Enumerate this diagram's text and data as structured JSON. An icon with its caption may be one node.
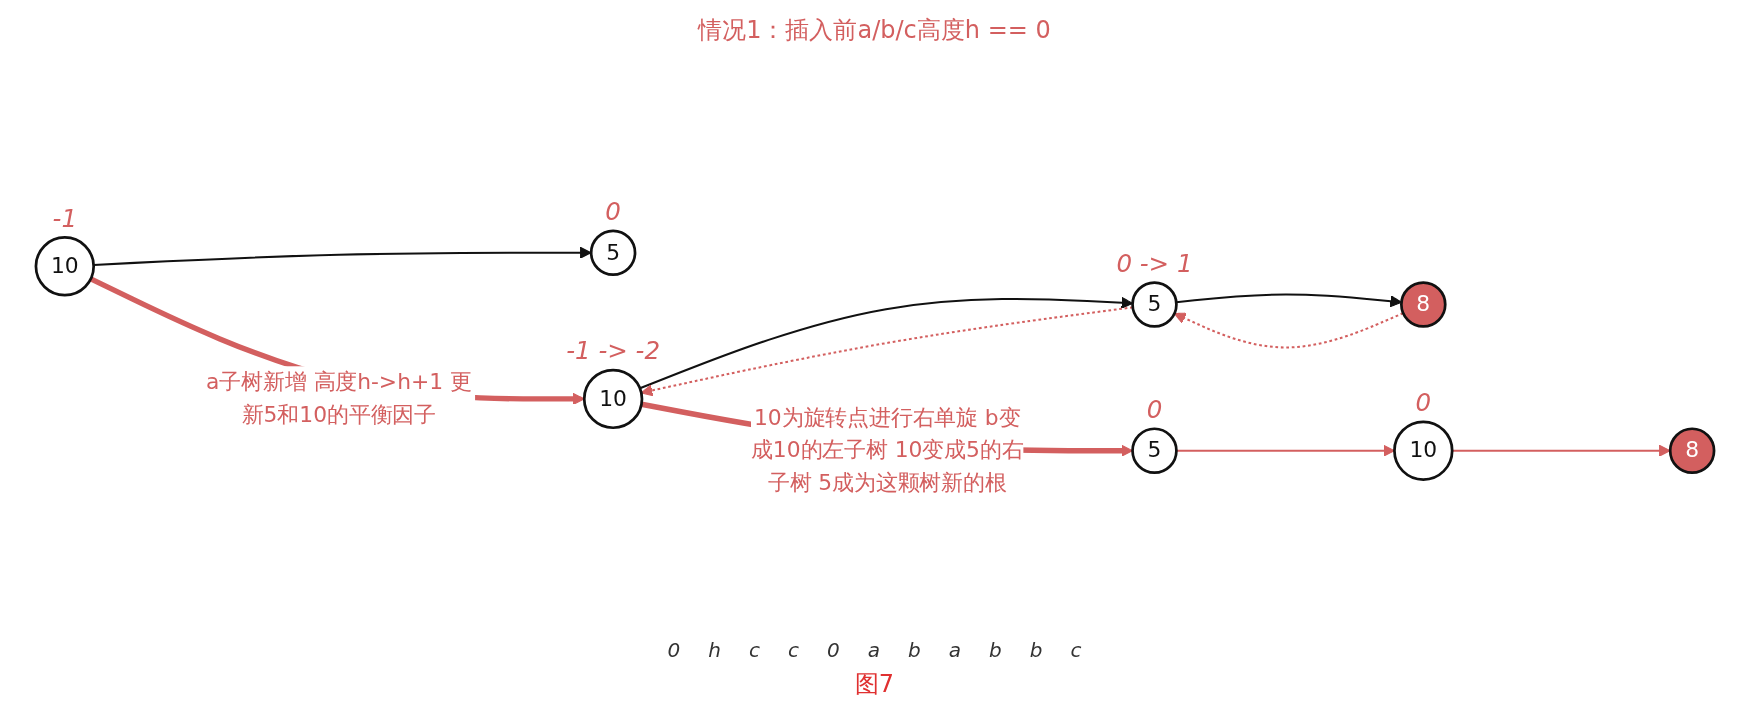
{
  "diagram": {
    "title": "情况1：插入前a/b/c高度h == 0",
    "caption": "图7",
    "nodes": [
      {
        "text": [
          "10"
        ],
        "beside": [
          "-1"
        ]
      },
      {
        "text": [
          "5"
        ],
        "beside": [
          "0"
        ]
      },
      {
        "text": [
          "10"
        ],
        "beside": [
          "-1 -> -2"
        ]
      },
      {
        "text": [
          "5"
        ],
        "beside": [
          "0 -> 1"
        ]
      },
      {
        "text": [
          "8"
        ]
      },
      {
        "text": [
          "5"
        ],
        "beside": [
          "0"
        ]
      },
      {
        "text": [
          "10"
        ],
        "beside": [
          "0"
        ]
      },
      {
        "text": [
          "8"
        ]
      }
    ],
    "edges": [
      {
        "from": 0,
        "to": 1,
        "arrow": "to",
        "color": "#111111"
      },
      {
        "from": 2,
        "to": 3,
        "arrow": "to",
        "color": "#111111"
      },
      {
        "from": 3,
        "to": 4,
        "arrow": "to",
        "color": "#111111"
      },
      {
        "from": 3,
        "to": 2,
        "arrow": "to",
        "style": "dashed"
      },
      {
        "from": 4,
        "to": 3,
        "arrow": "to",
        "style": "dashed"
      },
      {
        "from": 5,
        "to": 6,
        "arrow": "to"
      },
      {
        "from": 6,
        "to": 7,
        "arrow": "to"
      },
      {
        "from": 0,
        "to": 2,
        "arrow": "to",
        "label": "a子树新增 高度h->h+1 更新5和10的平衡因子",
        "style": "thick"
      },
      {
        "from": 2,
        "to": 5,
        "arrow": "to",
        "label": "10为旋转点进行右单旋 b变成10的左子树 10变成5的右子树 5成为这颗树新的根",
        "style": "thick"
      }
    ],
    "labels": [
      "0",
      "h",
      "c",
      "c",
      "0",
      "a",
      "b",
      "a",
      "b",
      "b",
      "c"
    ]
  }
}
